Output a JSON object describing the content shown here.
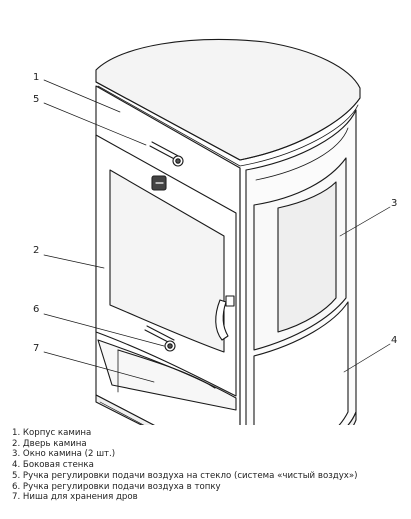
{
  "diagram": {
    "callouts": [
      {
        "number": "1",
        "part": "body"
      },
      {
        "number": "5",
        "part": "glass-air-handle"
      },
      {
        "number": "2",
        "part": "door"
      },
      {
        "number": "6",
        "part": "firebox-air-handle"
      },
      {
        "number": "7",
        "part": "wood-niche"
      },
      {
        "number": "3",
        "part": "side-window"
      },
      {
        "number": "4",
        "part": "side-wall"
      }
    ]
  },
  "legend": {
    "items": [
      "1. Корпус камина",
      "2. Дверь камина",
      "3. Окно камина (2 шт.)",
      "4. Боковая стенка",
      "5. Ручка регулировки подачи воздуха на стекло (система «чистый воздух»)",
      "6. Ручка регулировки подачи воздуха в топку",
      "7. Ниша для хранения дров"
    ]
  }
}
